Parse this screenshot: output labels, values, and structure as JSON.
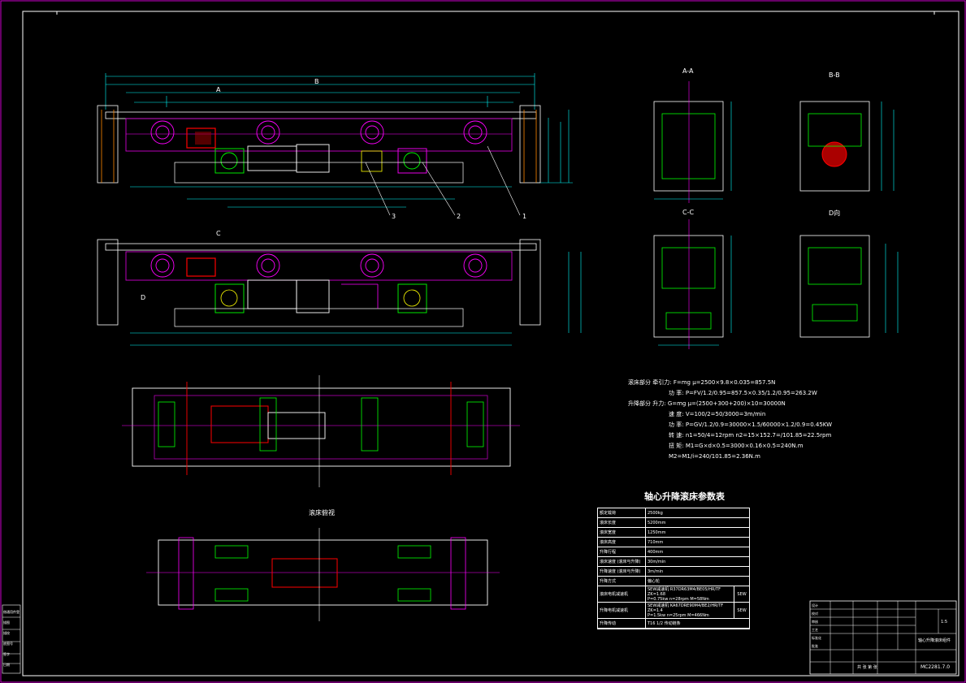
{
  "drawing": {
    "title_center": "轴心升降滚床参数表",
    "side_table_title": "滚床俯视",
    "colors": {
      "background": "#000000",
      "frame": "#cc00cc",
      "dim": "#00ffff",
      "body": "#ffffff",
      "motor": "#ff0000",
      "green": "#00ff00",
      "yellow": "#ffff00",
      "magenta": "#ff00ff",
      "blue": "#3333ff"
    }
  },
  "views": {
    "section_a": "A-A",
    "section_b": "B-B",
    "section_c": "C-C",
    "view_d": "D向",
    "leader_1": "1",
    "leader_2": "2",
    "leader_3": "3",
    "cut_a": "A",
    "cut_b": "B",
    "cut_c": "C",
    "cut_d": "D"
  },
  "calc": {
    "line1_label": "滚床部分 牵引力:",
    "line1_value": "F=mg μ=2500×9.8×0.035=857.5N",
    "line2_label": "功 率:",
    "line2_value": "P=FV/1.2/0.95=857.5×0.35/1.2/0.95=263.2W",
    "line3_label": "升降部分 升力:",
    "line3_value": "G=mg μ=(2500+300+200)×10=30000N",
    "line4_label": "速 度:",
    "line4_value": "V=100/2=50/3000=3m/min",
    "line5_label": "功 率:",
    "line5_value": "P=GV/1.2/0.9=30000×1.5/60000×1.2/0.9=0.45KW",
    "line6_label": "转 速:",
    "line6_value": "n1=50/4=12rpm    n2=15×152.7=/101.85=22.5rpm",
    "line7_label": "扭 矩:",
    "line7_value": "M1=G×d×0.5=3000×0.16×0.5=240N.m",
    "line8_value": "M2=M1/i=240/101.85=2.36N.m"
  },
  "param_table": {
    "rows": [
      {
        "k": "额定载荷",
        "v": "2500kg"
      },
      {
        "k": "滚床长度",
        "v": "5200mm"
      },
      {
        "k": "滚床宽度",
        "v": "1250mm"
      },
      {
        "k": "滚床高度",
        "v": "710mm"
      },
      {
        "k": "升降行程",
        "v": "400mm"
      },
      {
        "k": "滚床速度 (滚床与升降)",
        "v": "30m/min"
      },
      {
        "k": "升降速度 (滚床与升降)",
        "v": "3m/min"
      },
      {
        "k": "升降方式",
        "v": "偏心轮"
      },
      {
        "k": "滚床电机减速机",
        "v": "SEW减速机 R37DR63M4/BE05/HR/TF ZK=1.68",
        "v2": "P=0.75kw n=28rpm M=58Nm",
        "note": "SEW"
      },
      {
        "k": "升降电机减速机",
        "v": "SEW减速机 KA67DRE90M4/BE2/HR/TF ZK=1.4",
        "v2": "P=1.5kw n=25rpm M=466Nm",
        "note": "SEW"
      },
      {
        "k": "升降传动",
        "v": "T16 1/2 传动链条"
      }
    ]
  },
  "title_block": {
    "company": "轴心升降滚床组件",
    "drawing_no": "MC2281.7.0",
    "scale": "1:5",
    "sheet": "共 张 第 张",
    "rows": [
      "设计",
      "校对",
      "审核",
      "工艺",
      "标准化",
      "批准"
    ],
    "left_stamp": [
      "借通用件登记",
      "描图",
      "描校",
      "底图号",
      "签字",
      "日期"
    ]
  }
}
